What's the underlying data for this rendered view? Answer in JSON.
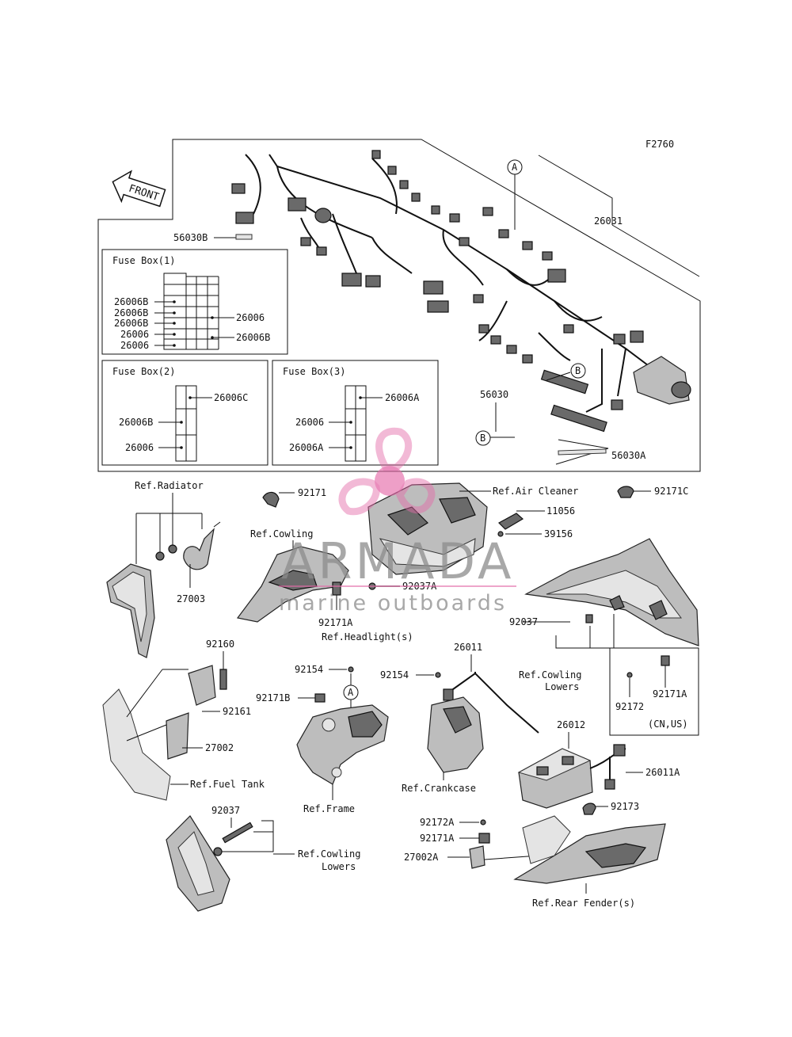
{
  "figure_code": "F2760",
  "front_label": "FRONT",
  "harness": {
    "main_part": "26031",
    "callout_a": "A",
    "callout_b": "B",
    "p_56030B": "56030B",
    "p_56030": "56030",
    "p_56030A": "56030A"
  },
  "fuse_box_1": {
    "title": "Fuse Box(1)",
    "left_labels": [
      "26006B",
      "26006B",
      "26006B",
      "26006",
      "26006"
    ],
    "right_labels": [
      "26006",
      "26006B"
    ]
  },
  "fuse_box_2": {
    "title": "Fuse Box(2)",
    "labels": [
      "26006C",
      "26006B",
      "26006"
    ]
  },
  "fuse_box_3": {
    "title": "Fuse Box(3)",
    "labels": [
      "26006A",
      "26006",
      "26006A"
    ]
  },
  "parts": {
    "ref_radiator": "Ref.Radiator",
    "p_27003": "27003",
    "p_92171": "92171",
    "ref_air_cleaner": "Ref.Air Cleaner",
    "p_92171C": "92171C",
    "p_11056": "11056",
    "p_39156": "39156",
    "ref_cowling": "Ref.Cowling",
    "p_92037A": "92037A",
    "p_92171A_top": "92171A",
    "ref_headlights": "Ref.Headlight(s)",
    "p_92037_right": "92037",
    "ref_cowling_lowers_right": "Ref.Cowling",
    "ref_cowling_lowers_right_2": "Lowers",
    "p_92172": "92172",
    "p_92171A_cn": "92171A",
    "cn_us": "(CN,US)",
    "p_92160": "92160",
    "p_92161": "92161",
    "p_27002": "27002",
    "ref_fuel_tank": "Ref.Fuel Tank",
    "p_92154_left": "92154",
    "p_92171B": "92171B",
    "callout_a2": "A",
    "ref_frame": "Ref.Frame",
    "p_92154_mid": "92154",
    "p_26011": "26011",
    "ref_crankcase": "Ref.Crankcase",
    "p_26012": "26012",
    "p_26011A": "26011A",
    "p_92173": "92173",
    "p_92037_bottom": "92037",
    "ref_cowling_lowers_bottom": "Ref.Cowling",
    "ref_cowling_lowers_bottom_2": "Lowers",
    "p_92172A": "92172A",
    "p_92171A_bottom": "92171A",
    "p_27002A": "27002A",
    "ref_rear_fenders": "Ref.Rear Fender(s)"
  },
  "watermark": {
    "brand": "ARMADA",
    "tagline": "marine outboards",
    "accent_color": "#e46aa8",
    "text_color": "#8c8c8c"
  }
}
